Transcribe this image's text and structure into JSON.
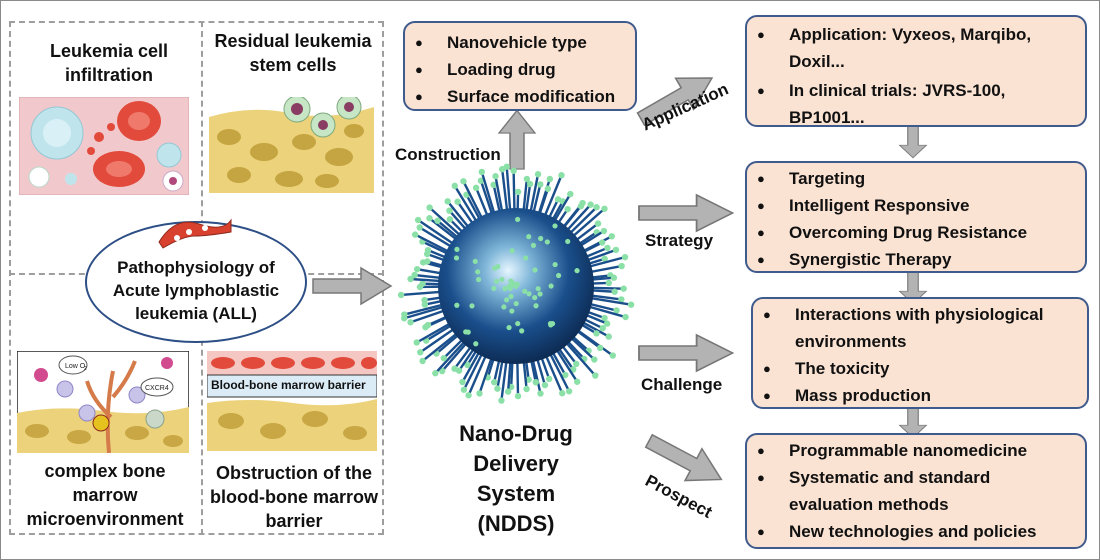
{
  "left_panel": {
    "leukemia_infiltration": "Leukemia cell infiltration",
    "residual_stem_cells": "Residual leukemia stem cells",
    "pathophysiology": "Pathophysiology of Acute lymphoblastic leukemia (ALL)",
    "microenvironment": "complex bone marrow microenvironment",
    "obstruction": "Obstruction of the blood-bone marrow barrier",
    "barrier_label": "Blood-bone marrow barrier",
    "low_o2_label": "Low O",
    "low_o2_sub": "2",
    "cxcr4_label": "CXCR4"
  },
  "center": {
    "title": "Nano-Drug Delivery System (NDDS)",
    "construction_label": "Construction",
    "construction_items": [
      "Nanovehicle type",
      "Loading drug",
      "Surface modification"
    ]
  },
  "right_panel": {
    "application_label": "Application",
    "application_items": [
      "Application: Vyxeos, Marqibo, Doxil...",
      "In clinical trials: JVRS-100, BP1001..."
    ],
    "strategy_label": "Strategy",
    "strategy_items": [
      "Targeting",
      "Intelligent Responsive",
      "Overcoming Drug Resistance",
      "Synergistic Therapy"
    ],
    "challenge_label": "Challenge",
    "challenge_items": [
      "Interactions with physiological environments",
      "The  toxicity",
      "Mass production"
    ],
    "prospect_label": "Prospect",
    "prospect_items": [
      "Programmable nanomedicine",
      "Systematic and standard evaluation methods",
      "New technologies and policies"
    ]
  },
  "colors": {
    "box_fill": "#fbe3d3",
    "box_border": "#3f5a8c",
    "arrow_fill": "#b3b3b3",
    "arrow_stroke": "#777777",
    "nanoparticle": "#1a4f8c",
    "nanoparticle_tips": "#8be0a8"
  }
}
